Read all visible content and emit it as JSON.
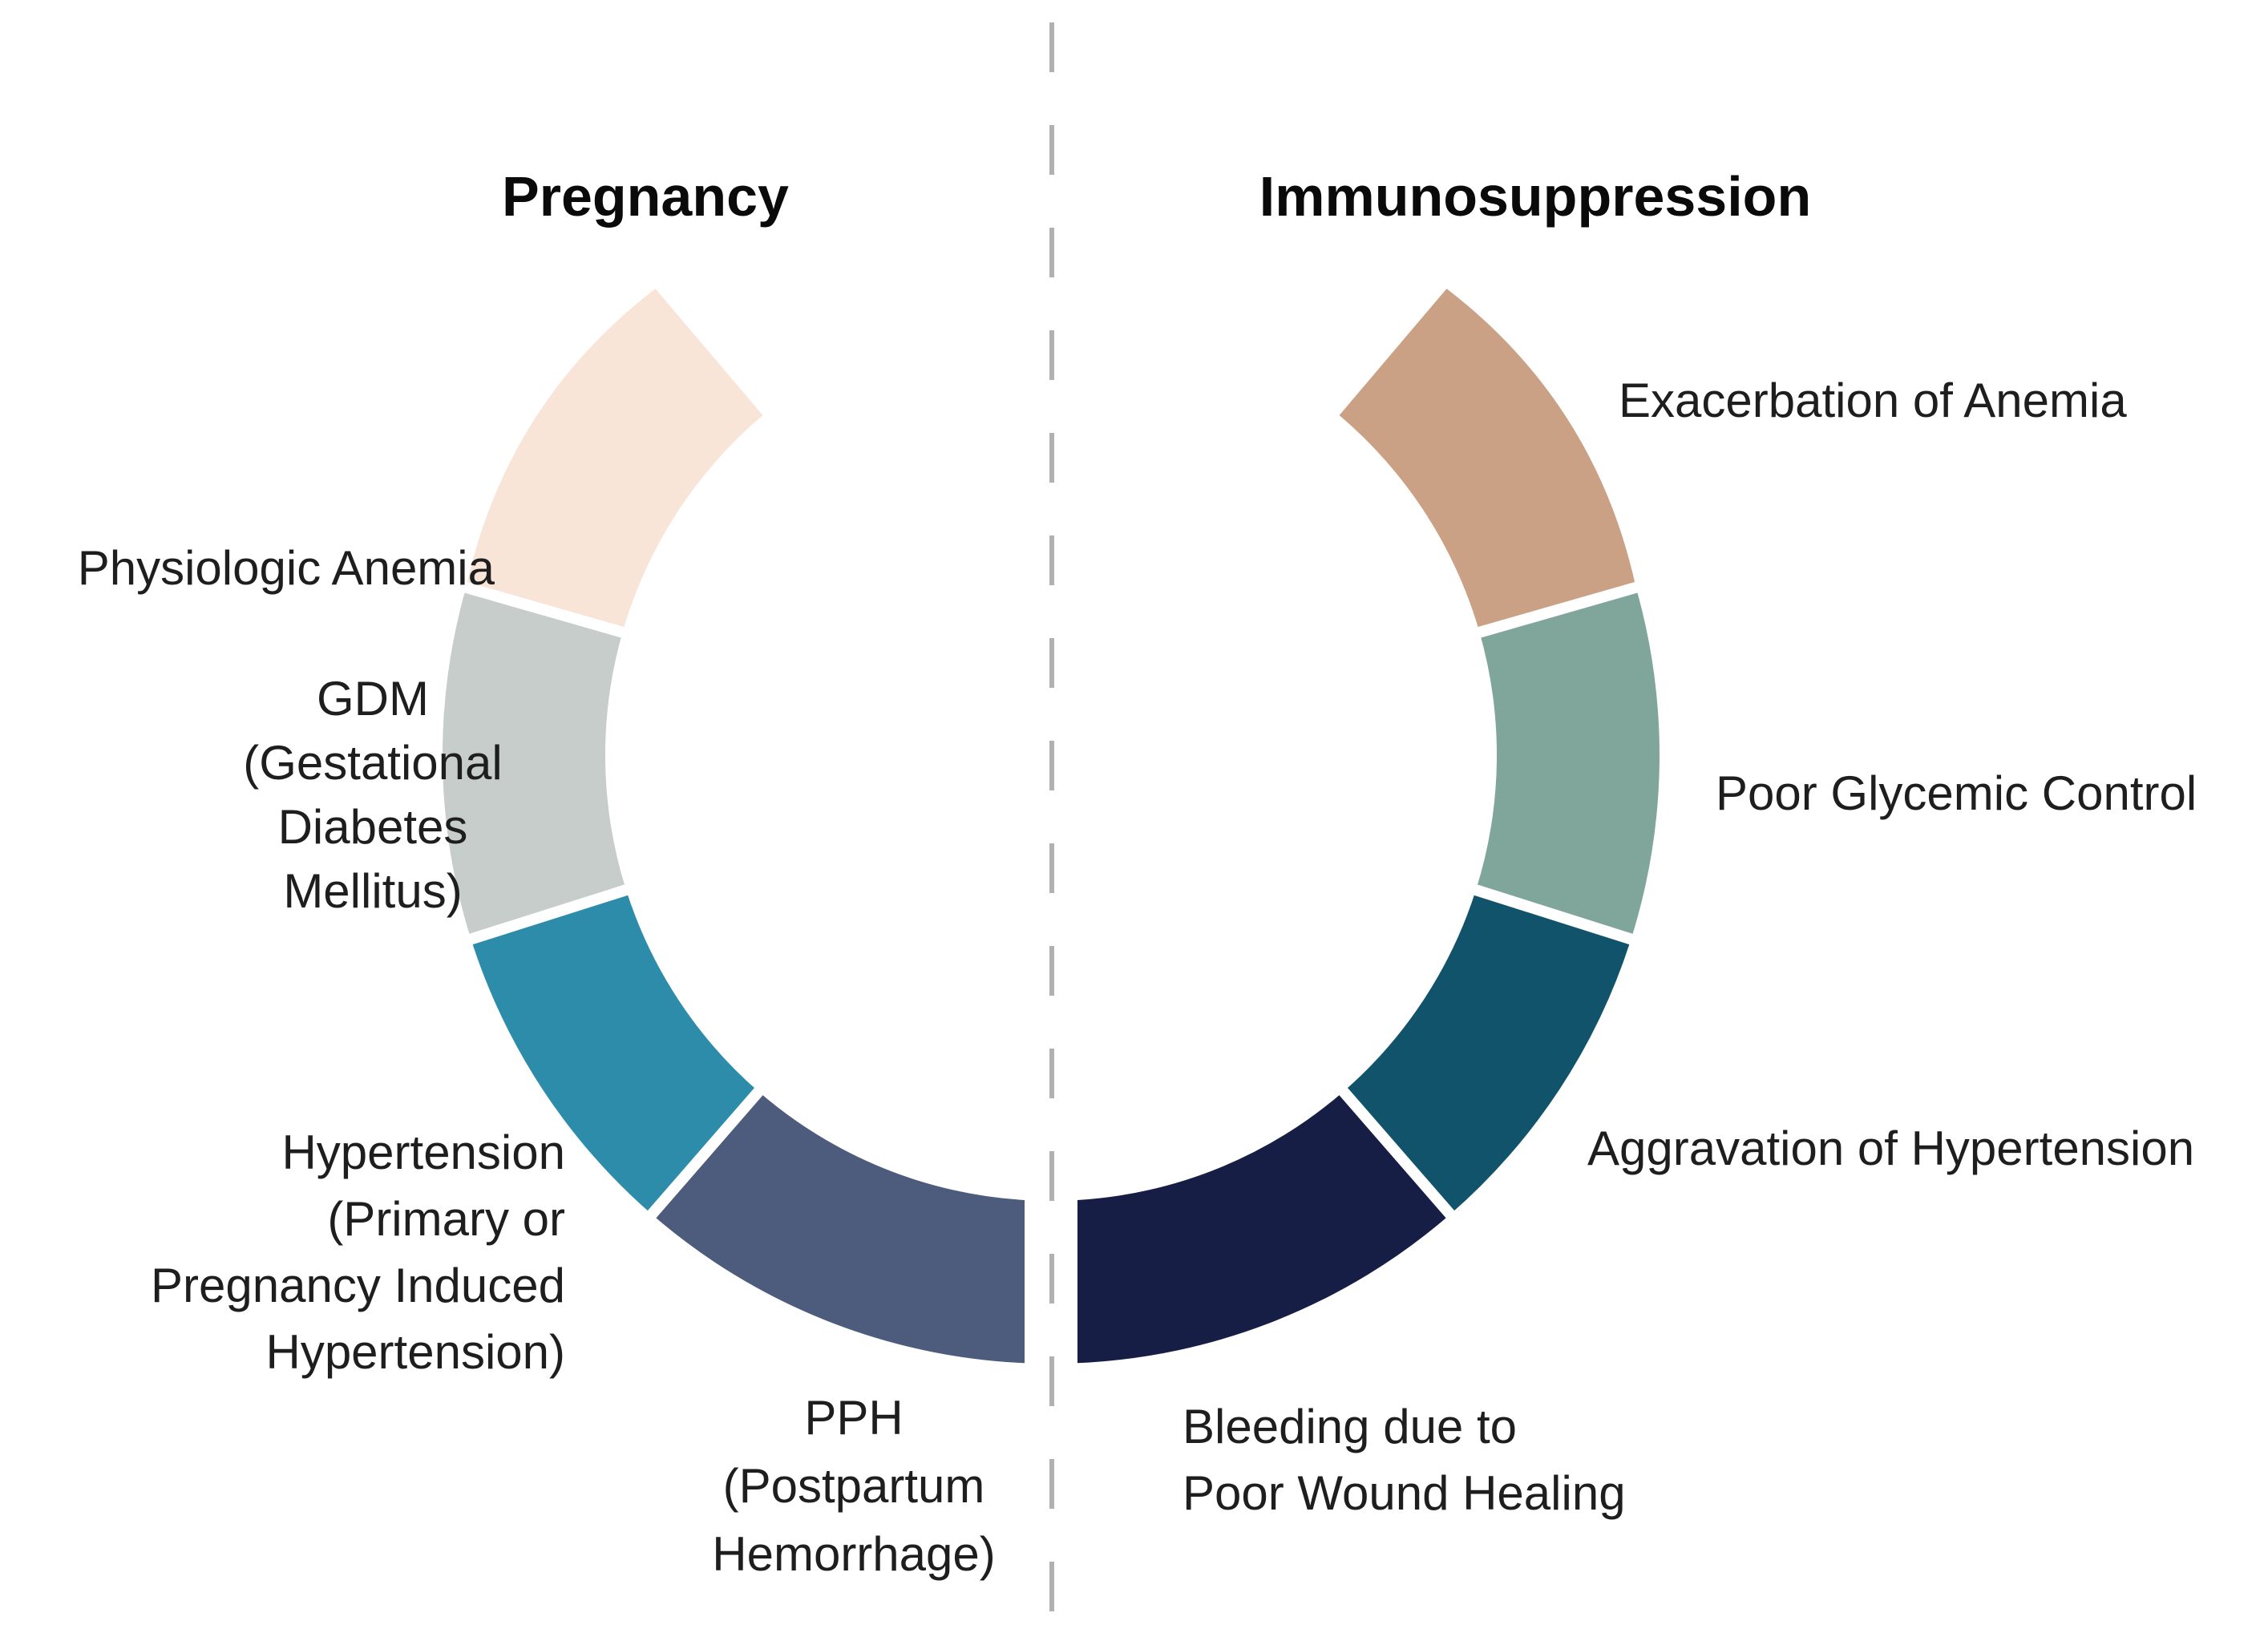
{
  "figure": {
    "type": "half-donut-comparison-diagram",
    "background_color": "#ffffff",
    "divider": {
      "style": "dashed",
      "color": "#b1b1b1"
    }
  },
  "left_half": {
    "title": "Pregnancy",
    "segments": [
      {
        "id": "physiologic-anemia",
        "label": "Physiologic Anemia",
        "lines": [
          "Physiologic Anemia"
        ],
        "color": "#f9e5d8"
      },
      {
        "id": "gdm",
        "label": "GDM (Gestational Diabetes Mellitus)",
        "lines": [
          "GDM",
          "(Gestational",
          "Diabetes",
          "Mellitus)"
        ],
        "color": "#c6cdcb"
      },
      {
        "id": "hypertension",
        "label": "Hypertension (Primary or Pregnancy Induced Hypertension)",
        "lines": [
          "Hypertension",
          "(Primary or",
          "Pregnancy Induced",
          "Hypertension)"
        ],
        "color": "#2e8cab"
      },
      {
        "id": "pph",
        "label": "PPH (Postpartum Hemorrhage)",
        "lines": [
          "PPH",
          "(Postpartum",
          "Hemorrhage)"
        ],
        "color": "#4d5c7d"
      }
    ]
  },
  "right_half": {
    "title": "Immunosuppression",
    "segments": [
      {
        "id": "exacerbation-of-anemia",
        "label": "Exacerbation of Anemia",
        "lines": [
          "Exacerbation of Anemia"
        ],
        "color": "#cba185"
      },
      {
        "id": "poor-glycemic-control",
        "label": "Poor Glycemic Control",
        "lines": [
          "Poor Glycemic Control"
        ],
        "color": "#80a59b"
      },
      {
        "id": "aggravation-of-hypertension",
        "label": "Aggravation of Hypertension",
        "lines": [
          "Aggravation of Hypertension"
        ],
        "color": "#11536b"
      },
      {
        "id": "bleeding-poor-wound-healing",
        "label": "Bleeding due to Poor Wound Healing",
        "lines": [
          "Bleeding due to",
          "Poor Wound Healing"
        ],
        "color": "#161e46"
      }
    ]
  }
}
